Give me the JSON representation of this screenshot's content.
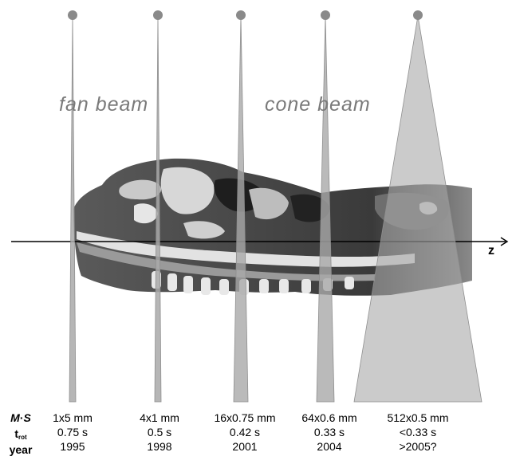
{
  "labels": {
    "fan_beam": "fan beam",
    "cone_beam": "cone beam",
    "z_axis": "z"
  },
  "row_labels": {
    "ms_m": "M",
    "ms_dot": "·",
    "ms_s": "S",
    "trot_t": "t",
    "trot_sub": "rot",
    "year": "year"
  },
  "columns": [
    {
      "detector": "1x5 mm",
      "rotation_time": "0.75 s",
      "year": "1995"
    },
    {
      "detector": "4x1 mm",
      "rotation_time": "0.5 s",
      "year": "1998"
    },
    {
      "detector": "16x0.75 mm",
      "rotation_time": "0.42 s",
      "year": "2001"
    },
    {
      "detector": "64x0.6 mm",
      "rotation_time": "0.33 s",
      "year": "2004"
    },
    {
      "detector": "512x0.5 mm",
      "rotation_time": "<0.33 s",
      "year": ">2005?"
    }
  ],
  "colors": {
    "beam_fill": "#a9a9a9",
    "source_dot": "#8a8a8a",
    "axis": "#000000",
    "beam_label": "#7a7a7a"
  }
}
